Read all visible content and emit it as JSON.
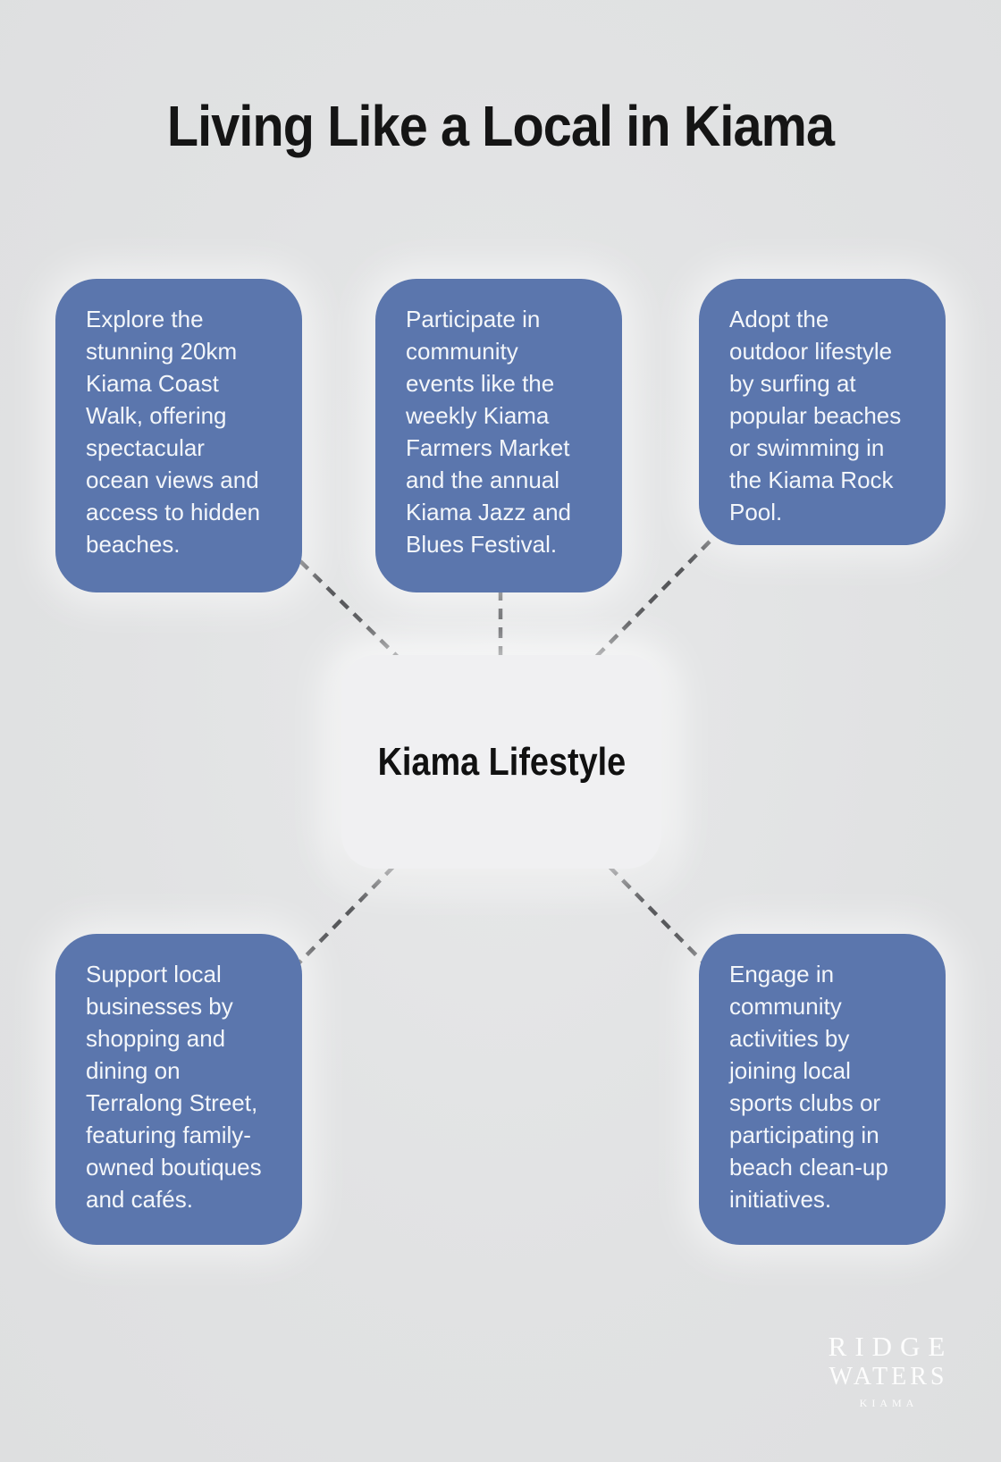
{
  "title": "Living Like a Local in Kiama",
  "diagram": {
    "center": {
      "label": "Kiama Lifestyle"
    },
    "nodes": [
      {
        "id": "coast-walk",
        "text": "Explore the stunning 20km Kiama Coast Walk, offering spectacular ocean views and access to hidden beaches."
      },
      {
        "id": "community-events",
        "text": "Participate in community events like the weekly Kiama Farmers Market and the annual Kiama Jazz and Blues Festival."
      },
      {
        "id": "outdoor-lifestyle",
        "text": "Adopt the outdoor lifestyle by surfing at popular beaches or swimming in the Kiama Rock Pool."
      },
      {
        "id": "local-businesses",
        "text": "Support local businesses by shopping and dining on Terralong Street, featuring family-owned boutiques and cafés."
      },
      {
        "id": "community-activities",
        "text": "Engage in community activities by joining local sports clubs or participating in beach clean-up initiatives."
      }
    ],
    "edges": [
      [
        "center",
        "coast-walk"
      ],
      [
        "center",
        "community-events"
      ],
      [
        "center",
        "outdoor-lifestyle"
      ],
      [
        "center",
        "local-businesses"
      ],
      [
        "center",
        "community-activities"
      ]
    ]
  },
  "logo": {
    "line1": "RIDGE",
    "line2": "WATERS",
    "line3": "KIAMA"
  },
  "colors": {
    "node_fill": "#5b76ad",
    "node_text": "#f3f6fa",
    "center_fill": "#f0f0f2",
    "connector": "#56575a",
    "background": "#e1e2e3",
    "title_text": "#151515"
  }
}
